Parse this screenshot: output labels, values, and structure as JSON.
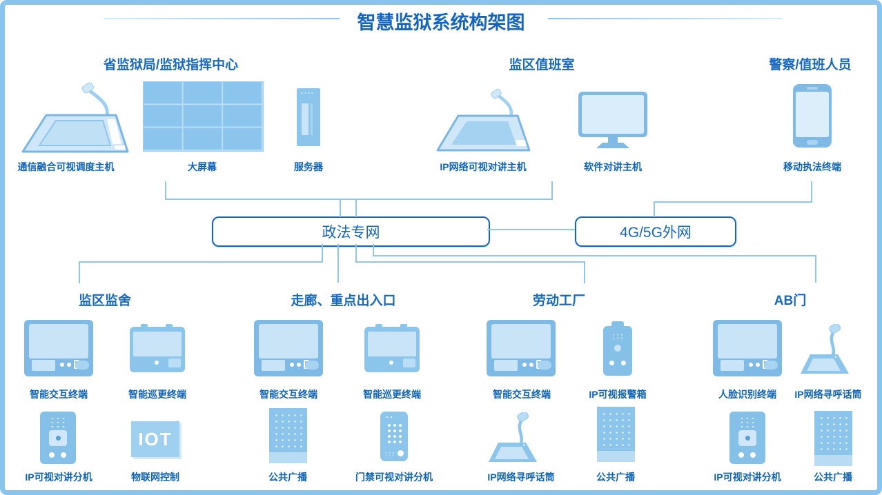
{
  "title": "智慧监狱系统构架图",
  "colors": {
    "border": "#88c4ed",
    "accent": "#1565c0",
    "device_body": "#7fbae6",
    "device_screen": "#c9e4f7",
    "connector": "#8dc7ee",
    "label_text": "#0e63b8"
  },
  "networks": [
    {
      "label": "政法专网"
    },
    {
      "label": "4G/5G外网"
    }
  ],
  "top_groups": [
    {
      "name": "省监狱局/监狱指挥中心",
      "devices": [
        {
          "icon": "dispatch-console-icon",
          "label": "通信融合可视调度主机"
        },
        {
          "icon": "video-wall-icon",
          "label": "大屏幕"
        },
        {
          "icon": "server-icon",
          "label": "服务器"
        }
      ]
    },
    {
      "name": "监区值班室",
      "devices": [
        {
          "icon": "intercom-console-icon",
          "label": "IP网络可视对讲主机"
        },
        {
          "icon": "monitor-icon",
          "label": "软件对讲主机"
        }
      ]
    },
    {
      "name": "警察/值班人员",
      "devices": [
        {
          "icon": "smartphone-icon",
          "label": "移动执法终端"
        }
      ]
    }
  ],
  "bottom_groups": [
    {
      "name": "监区监舍",
      "devices": [
        {
          "icon": "interactive-terminal-icon",
          "label": "智能交互终端"
        },
        {
          "icon": "patrol-terminal-icon",
          "label": "智能巡更终端"
        },
        {
          "icon": "door-intercom-icon",
          "label": "IP可视对讲分机"
        },
        {
          "icon": "iot-box-icon",
          "label": "物联网控制",
          "badge": "IOT"
        }
      ]
    },
    {
      "name": "走廊、重点出入口",
      "devices": [
        {
          "icon": "interactive-terminal-icon",
          "label": "智能交互终端"
        },
        {
          "icon": "patrol-terminal-icon",
          "label": "智能巡更终端"
        },
        {
          "icon": "speaker-panel-icon",
          "label": "公共广播"
        },
        {
          "icon": "keypad-intercom-icon",
          "label": "门禁可视对讲分机"
        }
      ]
    },
    {
      "name": "劳动工厂",
      "devices": [
        {
          "icon": "interactive-terminal-icon",
          "label": "智能交互终端"
        },
        {
          "icon": "alarm-box-icon",
          "label": "IP可视报警箱"
        },
        {
          "icon": "paging-mic-icon",
          "label": "IP网络寻呼话筒"
        },
        {
          "icon": "speaker-panel-icon",
          "label": "公共广播"
        }
      ]
    },
    {
      "name": "AB门",
      "devices": [
        {
          "icon": "face-terminal-icon",
          "label": "人脸识别终端"
        },
        {
          "icon": "paging-mic-icon",
          "label": "IP网络寻呼话筒"
        },
        {
          "icon": "door-intercom-icon",
          "label": "IP可视对讲分机"
        },
        {
          "icon": "speaker-panel-icon",
          "label": "公共广播"
        }
      ]
    }
  ]
}
